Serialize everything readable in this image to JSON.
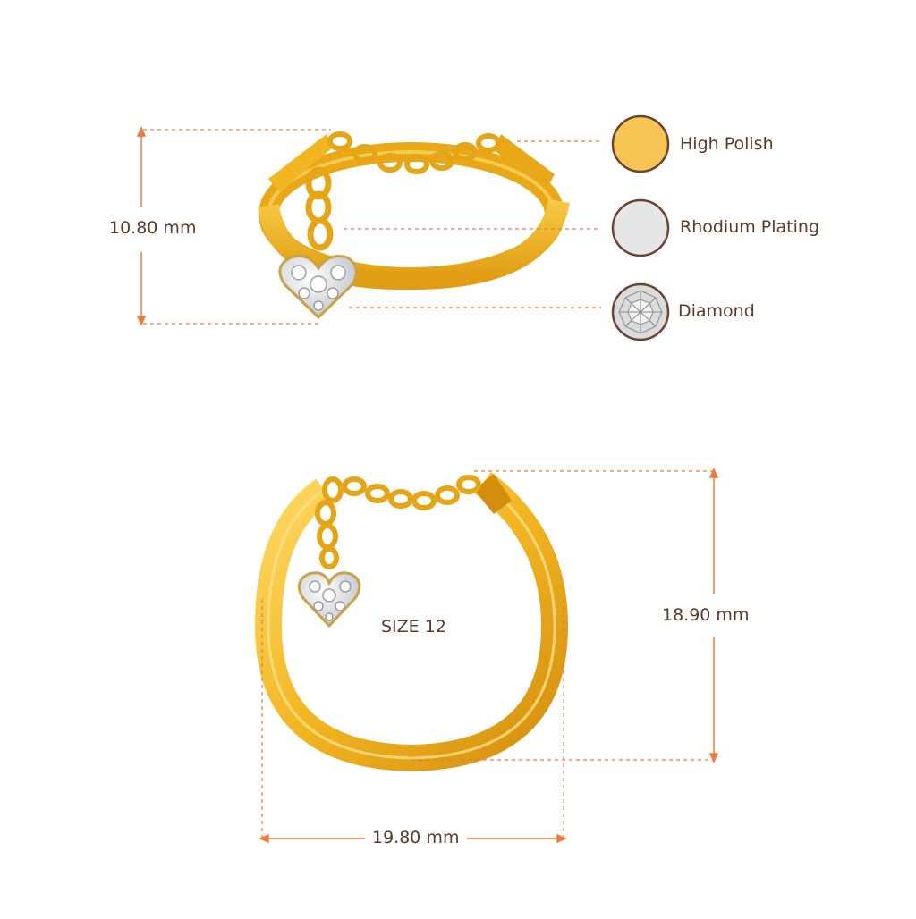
{
  "dimensions": {
    "height": "10.80 mm",
    "outer_height": "18.90 mm",
    "width": "19.80 mm",
    "size": "SIZE 12"
  },
  "legend": [
    {
      "label": "High Polish",
      "icon": "high-polish-swatch-icon",
      "color": "#F6C553"
    },
    {
      "label": "Rhodium Plating",
      "icon": "rhodium-swatch-icon",
      "color": "#E6E6E6"
    },
    {
      "label": "Diamond",
      "icon": "diamond-swatch-icon",
      "color": "#D8D8D8"
    }
  ],
  "colors": {
    "gold": "#F2B622",
    "gold_dark": "#D48E0E",
    "gold_light": "#FFD966",
    "dimension_line": "#F07A3C",
    "text": "#5B3A2A",
    "swatch_border": "#6B4431"
  }
}
